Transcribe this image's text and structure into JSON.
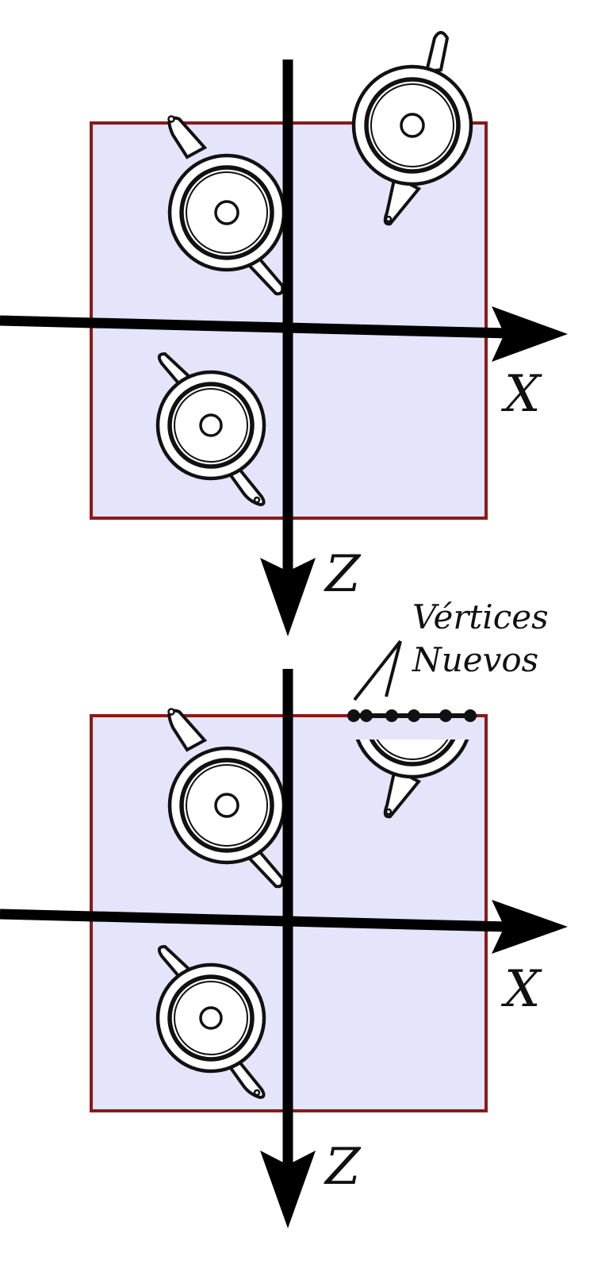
{
  "colors": {
    "viewport_fill": "#e4e4fa",
    "viewport_border": "#8b1a1a",
    "axis": "#000000",
    "ink": "#111111",
    "teapot_fill": "#ffffff"
  },
  "panels": [
    {
      "x_axis_label": "X",
      "z_axis_label": "Z",
      "clipped": false
    },
    {
      "x_axis_label": "X",
      "z_axis_label": "Z",
      "clipped": true,
      "annotation": {
        "line1": "Vértices",
        "line2": "Nuevos"
      }
    }
  ],
  "icons": [
    "teapot-icon",
    "arrow-icon"
  ]
}
